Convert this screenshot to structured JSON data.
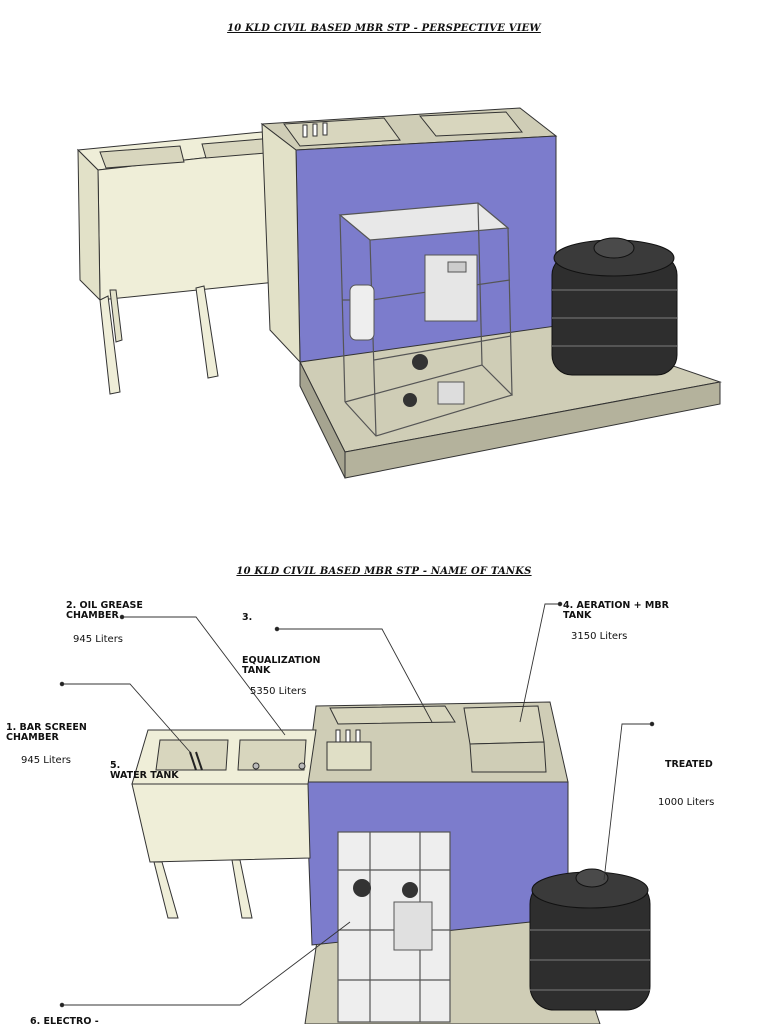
{
  "titles": {
    "perspective": "10 KLD CIVIL BASED MBR STP - PERSPECTIVE VIEW",
    "tanks": "10 KLD CIVIL BASED MBR STP - NAME OF TANKS"
  },
  "tanks": [
    {
      "number": "2.",
      "name": "OIL GREASE\nCHAMBER",
      "volume": "945 Liters"
    },
    {
      "number": "3.",
      "name": "EQUALIZATION\nTANK",
      "volume": "5350 Liters"
    },
    {
      "number": "4.",
      "name": "AERATION + MBR\nTANK",
      "volume": "3150 Liters"
    },
    {
      "number": "1.",
      "name": "BAR SCREEN\nCHAMBER",
      "volume": "945 Liters"
    },
    {
      "number": "5.",
      "name": "WATER TANK",
      "volume": ""
    },
    {
      "number": "",
      "name": "TREATED",
      "volume": "1000 Liters"
    },
    {
      "number": "6.",
      "name": "ELECTRO -",
      "volume": ""
    }
  ],
  "colors": {
    "wall_purple": "#7c7ccc",
    "slab": "#cfcdb6",
    "tank_body": "#efeed8",
    "tank_dark": "#2e2e2e",
    "frame": "#cccccc"
  }
}
